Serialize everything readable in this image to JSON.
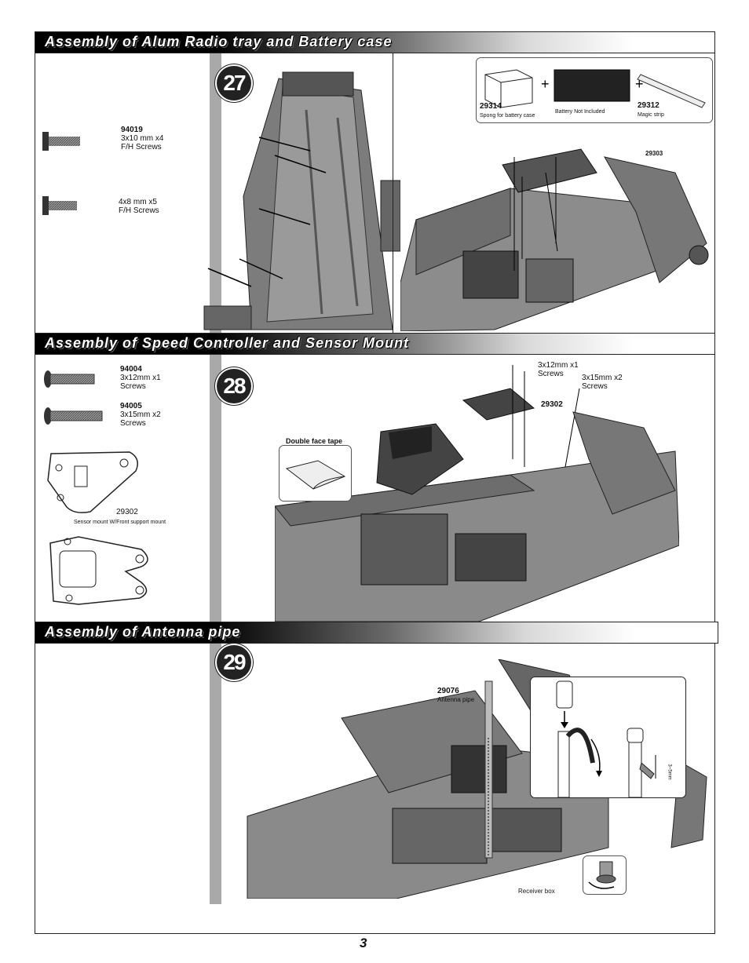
{
  "page_number": "3",
  "sections": [
    {
      "title": "Assembly of Alum Radio tray and Battery case",
      "step": "27",
      "parts": [
        {
          "code": "94019",
          "desc1": "3x10 mm x4",
          "desc2": "F/H Screws"
        },
        {
          "code": "",
          "desc1": "4x8 mm x5",
          "desc2": "F/H Screws"
        }
      ],
      "callouts": [
        {
          "code": "29314",
          "desc": "Spong for battery case"
        },
        {
          "code": "",
          "desc": "Battery Not Included"
        },
        {
          "code": "29312",
          "desc": "Magic strip"
        },
        {
          "code": "29303",
          "desc": ""
        }
      ]
    },
    {
      "title": "Assembly of Speed Controller and Sensor Mount",
      "step": "28",
      "parts": [
        {
          "code": "94004",
          "desc1": "3x12mm x1",
          "desc2": "Screws"
        },
        {
          "code": "94005",
          "desc1": "3x15mm x2",
          "desc2": "Screws"
        },
        {
          "code": "29302",
          "desc1": "Sensor mount W/Front support mount",
          "desc2": ""
        }
      ],
      "callouts": [
        {
          "code": "",
          "desc1": "3x12mm x1",
          "desc2": "Screws"
        },
        {
          "code": "",
          "desc1": "3x15mm x2",
          "desc2": "Screws"
        },
        {
          "code": "29302",
          "desc1": "",
          "desc2": ""
        },
        {
          "code": "",
          "desc1": "Double face tape",
          "desc2": ""
        }
      ]
    },
    {
      "title": "Assembly of Antenna pipe",
      "step": "29",
      "callouts": [
        {
          "code": "29076",
          "desc": "Antenna pipe"
        },
        {
          "code": "",
          "desc": "Receiver box"
        },
        {
          "code": "",
          "desc": "3~5mm"
        }
      ]
    }
  ],
  "colors": {
    "banner_dark": "#000000",
    "gray_bar": "#a9a9a9"
  }
}
